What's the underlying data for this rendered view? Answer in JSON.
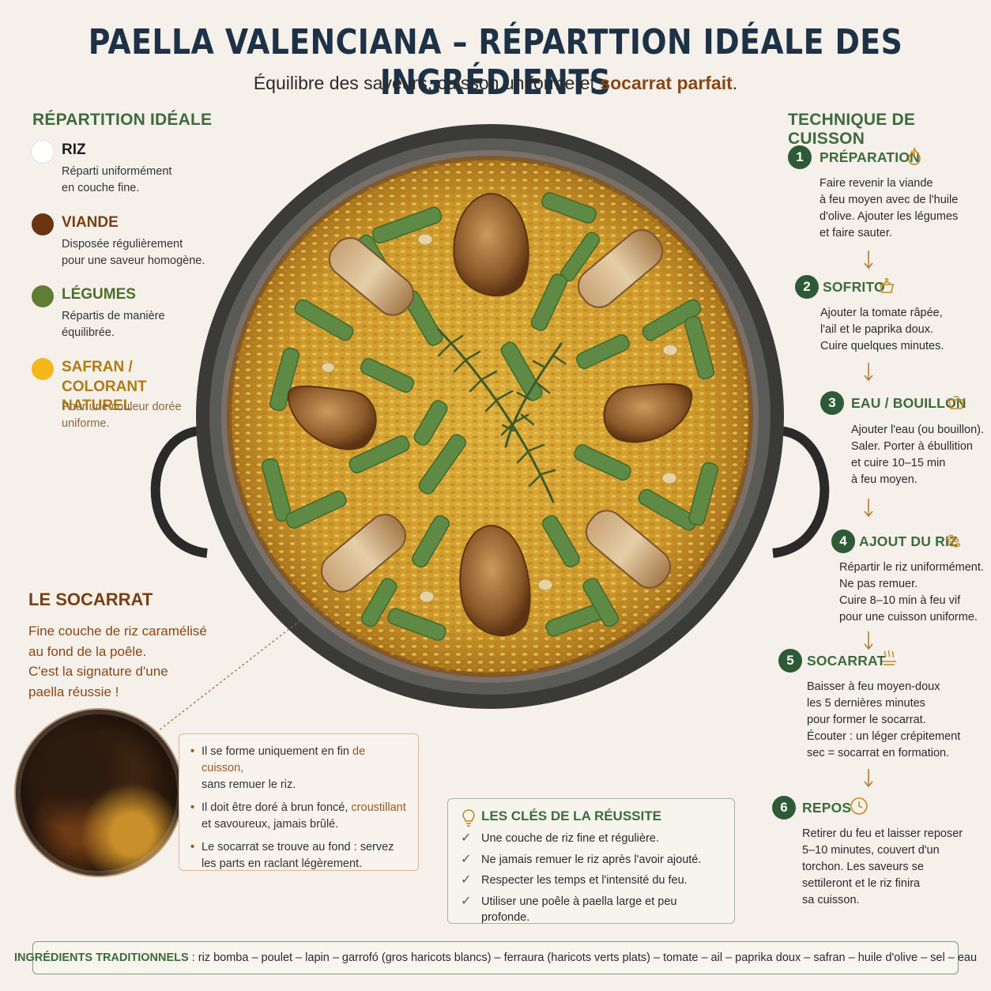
{
  "header": {
    "title": "PAELLA VALENCIANA – RÉPARTTION IDÉALE DES INGRÉDIENTS",
    "subtitle_prefix": "Équilibre des saveurs, cuisson uniforme et ",
    "subtitle_highlight": "socarrat parfait",
    "subtitle_suffix": "."
  },
  "left": {
    "section_title": "RÉPARTITION IDÉALE",
    "items": [
      {
        "name": "RIZ",
        "desc_l1": "Réparti uniformément",
        "desc_l2": "en couche fine.",
        "color": "#ffffff",
        "name_color": "#1f1f1f"
      },
      {
        "name": "VIANDE",
        "desc_l1": "Disposée régulièrement",
        "desc_l2": "pour une saveur homogène.",
        "color": "#6b3410",
        "name_color": "#7a3e13"
      },
      {
        "name": "LÉGUMES",
        "desc_l1": "Répartis de manière",
        "desc_l2": "équilibrée.",
        "color": "#5f7d35",
        "name_color": "#4e6e2c"
      },
      {
        "name_l1": "SAFRAN /",
        "name_l2": "COLORANT NATUREL",
        "desc_l1": "Pour une couleur dorée",
        "desc_l2": "uniforme.",
        "color": "#f4b619",
        "name_color": "#b07a16"
      }
    ]
  },
  "socarrat": {
    "title": "LE SOCARRAT",
    "desc_l1": "Fine couche de riz caramélisé",
    "desc_l2": "au fond de la poêle.",
    "desc_l3": "C'est la signature d'une",
    "desc_l4": "paella réussie !",
    "bullets": [
      {
        "l1a": "Il se forme uniquement en fin ",
        "l1b": "de cuisson,",
        "l2": "sans remuer le riz."
      },
      {
        "l1a": "Il doit être doré à brun foncé, ",
        "l1b": "croustillant",
        "l2": "et savoureux, jamais brûlé."
      },
      {
        "l1a": "Le socarrat se trouve au fond : servez",
        "l1b": "",
        "l2": "les parts en raclant légèrement."
      }
    ]
  },
  "keys": {
    "title": "LES CLÉS DE LA RÉUSSITE",
    "items": [
      "Une couche de riz fine et régulière.",
      "Ne jamais remuer le riz après l'avoir ajouté.",
      "Respecter les temps et l'intensité du feu.",
      "Utiliser une poêle à paella large et peu profonde."
    ]
  },
  "ingredients": {
    "label": "INGRÉDIENTS TRADITIONNELS",
    "list": ": riz bomba – poulet – lapin – garrofó (gros haricots blancs) – ferraura (haricots verts plats) – tomate – ail – paprika doux – safran – huile d'olive – sel – eau"
  },
  "technique": {
    "section_title": "TECHNIQUE DE CUISSON",
    "steps": [
      {
        "num": "1",
        "title": "PRÉPARATION",
        "icon": "flame-icon",
        "lines": [
          "Faire revenir la viande",
          "à feu moyen avec de l'huile",
          "d'olive. Ajouter les légumes",
          "et faire sauter."
        ]
      },
      {
        "num": "2",
        "title": "SOFRITO",
        "icon": "pot-icon",
        "lines": [
          "Ajouter la tomate râpée,",
          "l'ail et le paprika doux.",
          "Cuire quelques minutes."
        ]
      },
      {
        "num": "3",
        "title": "EAU / BOUILLON",
        "icon": "pan-icon",
        "lines": [
          "Ajouter l'eau (ou bouillon).",
          "Saler. Porter à ébullition",
          "et cuire 10–15 min",
          "à feu moyen."
        ]
      },
      {
        "num": "4",
        "title": "AJOUT DU RIZ",
        "icon": "rice-icon",
        "lines": [
          "Répartir le riz uniformément.",
          "Ne pas remuer.",
          "Cuire 8–10 min à feu vif",
          "pour une cuisson uniforme."
        ]
      },
      {
        "num": "5",
        "title": "SOCARRAT",
        "icon": "steam-icon",
        "lines": [
          "Baisser à feu moyen-doux",
          "les 5 dernières minutes",
          "pour former le socarrat.",
          "Écouter : un léger crépitement",
          "sec = socarrat en formation."
        ]
      },
      {
        "num": "6",
        "title": "REPOS",
        "icon": "clock-icon",
        "lines": [
          "Retirer du feu et laisser reposer",
          "5–10 minutes, couvert d'un",
          "torchon. Les saveurs se",
          "settileront et le riz finira",
          "sa cuisson."
        ]
      }
    ]
  },
  "colors": {
    "title": "#1d3247",
    "green_accent": "#3d6b3e",
    "brown_accent": "#8a4716",
    "rice": "#d9a632"
  }
}
